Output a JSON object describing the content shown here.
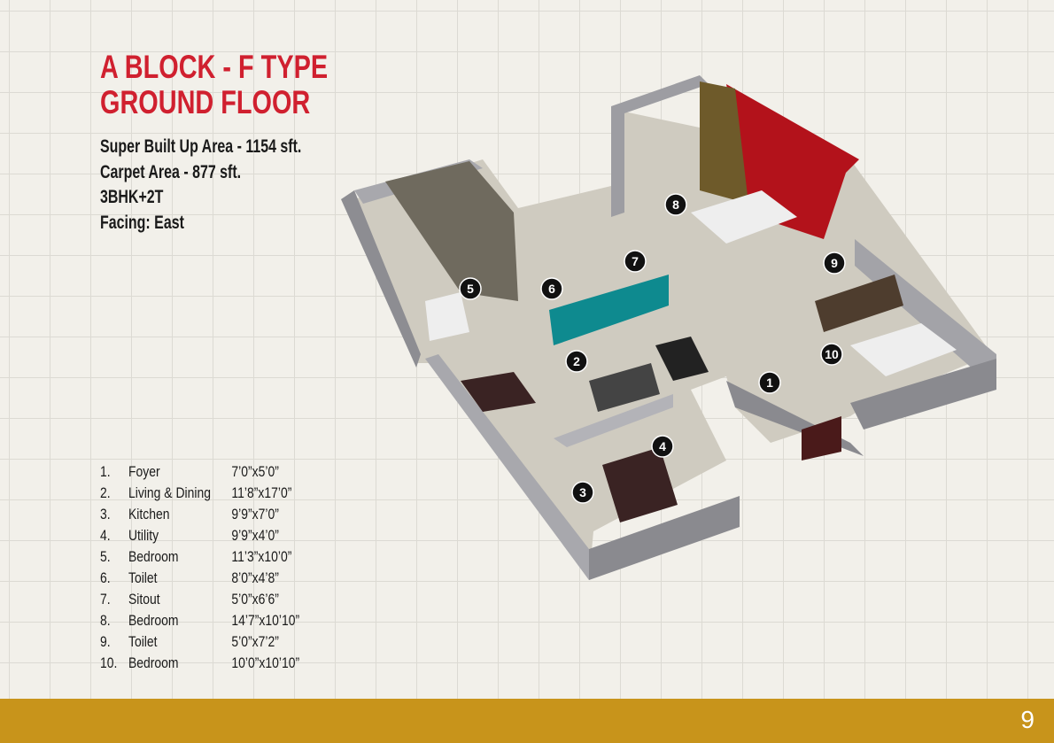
{
  "title": {
    "line1": "A BLOCK - F TYPE",
    "line2": "GROUND FLOOR"
  },
  "specs": {
    "super_built_up": "Super Built Up Area - 1154 sft.",
    "carpet": "Carpet Area - 877 sft.",
    "config": "3BHK+2T",
    "facing": "Facing: East"
  },
  "rooms": [
    {
      "num": "1.",
      "name": "Foyer",
      "size": "7’0”x5’0”"
    },
    {
      "num": "2.",
      "name": "Living & Dining",
      "size": "11’8”x17’0”"
    },
    {
      "num": "3.",
      "name": "Kitchen",
      "size": "9’9”x7’0”"
    },
    {
      "num": "4.",
      "name": "Utility",
      "size": "9’9”x4’0”"
    },
    {
      "num": "5.",
      "name": "Bedroom",
      "size": "11’3”x10’0”"
    },
    {
      "num": "6.",
      "name": "Toilet",
      "size": "8’0”x4’8”"
    },
    {
      "num": "7.",
      "name": "Sitout",
      "size": "5’0”x6’6”"
    },
    {
      "num": "8.",
      "name": "Bedroom",
      "size": "14’7”x10’10”"
    },
    {
      "num": "9.",
      "name": "Toilet",
      "size": "5’0”x7’2”"
    },
    {
      "num": "10.",
      "name": "Bedroom",
      "size": "10’0”x10’10”"
    }
  ],
  "markers": [
    "1",
    "2",
    "3",
    "4",
    "5",
    "6",
    "7",
    "8",
    "9",
    "10"
  ],
  "page_number": "9",
  "colors": {
    "title": "#d0202f",
    "footer": "#c8941b"
  }
}
